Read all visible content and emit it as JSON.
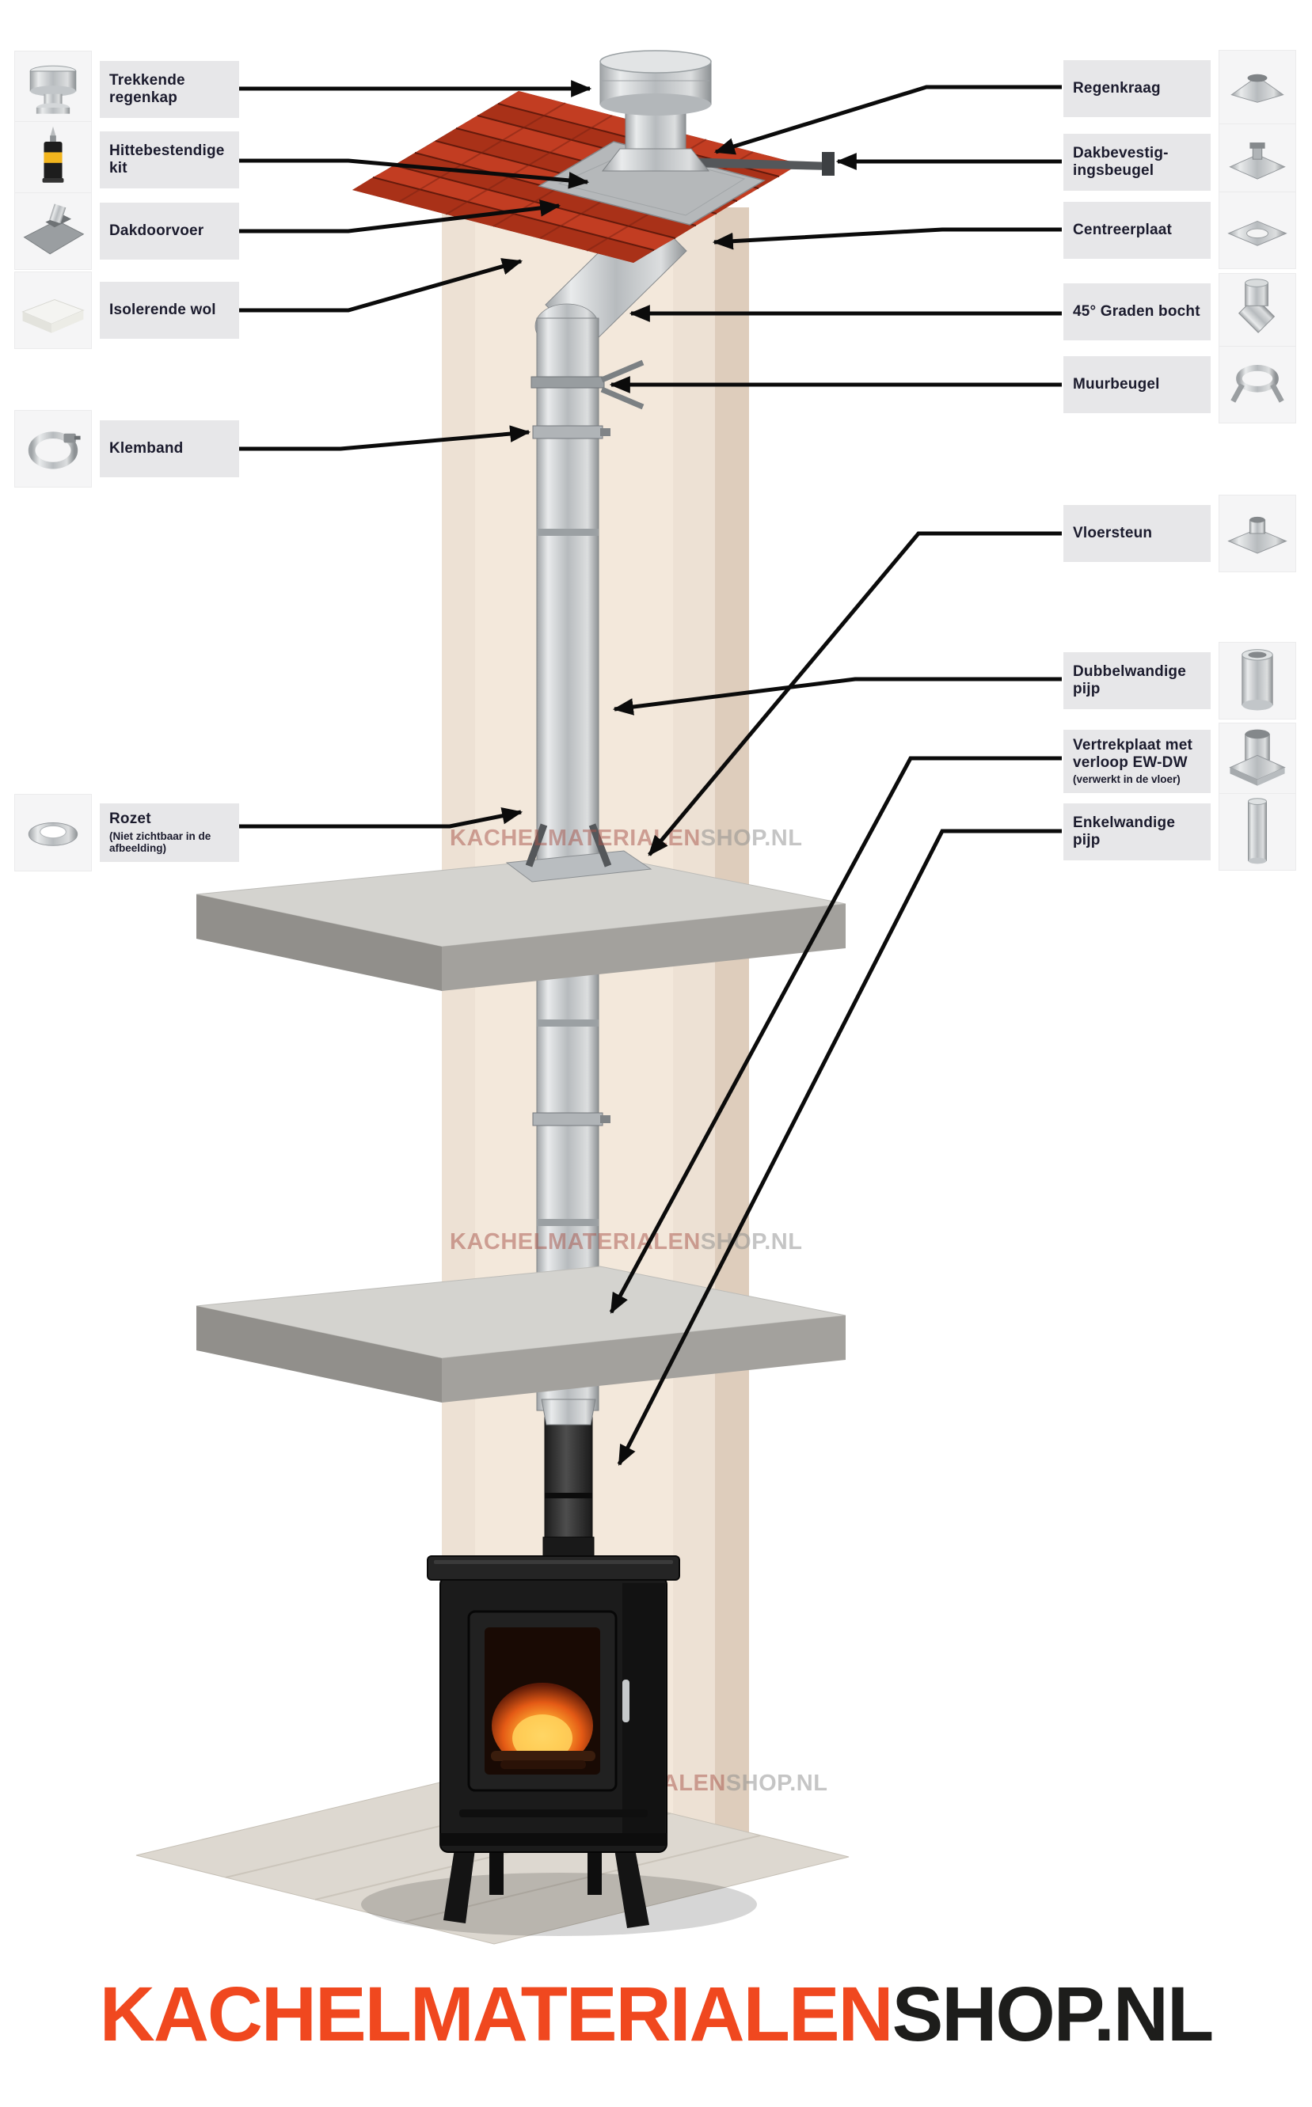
{
  "brand": {
    "watermark_primary": "KACHELMATERIALEN",
    "watermark_secondary": "SHOP.NL",
    "logo_primary": "KACHELMATERIALEN",
    "logo_secondary": "SHOP.NL",
    "accent_color": "#f0481f",
    "text_color": "#1b1b2d"
  },
  "left_callouts": [
    {
      "label": "Trekkende regenkap",
      "icon": "rain-cap-icon"
    },
    {
      "label": "Hittebestendige kit",
      "icon": "sealant-cartridge-icon"
    },
    {
      "label": "Dakdoorvoer",
      "icon": "roof-flashing-icon"
    },
    {
      "label": "Isolerende wol",
      "icon": "insulation-wool-icon"
    },
    {
      "label": "Klemband",
      "icon": "clamp-band-icon"
    },
    {
      "label": "Rozet",
      "note": "(Niet zichtbaar in de afbeelding)",
      "icon": "rosette-icon"
    }
  ],
  "right_callouts": [
    {
      "label": "Regenkraag",
      "icon": "storm-collar-icon"
    },
    {
      "label": "Dakbevestig-ingsbeugel",
      "icon": "roof-bracket-icon"
    },
    {
      "label": "Centreerplaat",
      "icon": "centering-plate-icon"
    },
    {
      "label": "45° Graden bocht",
      "icon": "45-degree-elbow-icon"
    },
    {
      "label": "Muurbeugel",
      "icon": "wall-bracket-icon"
    },
    {
      "label": "Vloersteun",
      "icon": "floor-support-icon"
    },
    {
      "label": "Dubbelwandige pijp",
      "icon": "double-wall-pipe-icon"
    },
    {
      "label": "Vertrekplaat met verloop EW-DW",
      "note": "(verwerkt in de vloer)",
      "icon": "transition-plate-icon"
    },
    {
      "label": "Enkelwandige pijp",
      "icon": "single-wall-pipe-icon"
    }
  ]
}
